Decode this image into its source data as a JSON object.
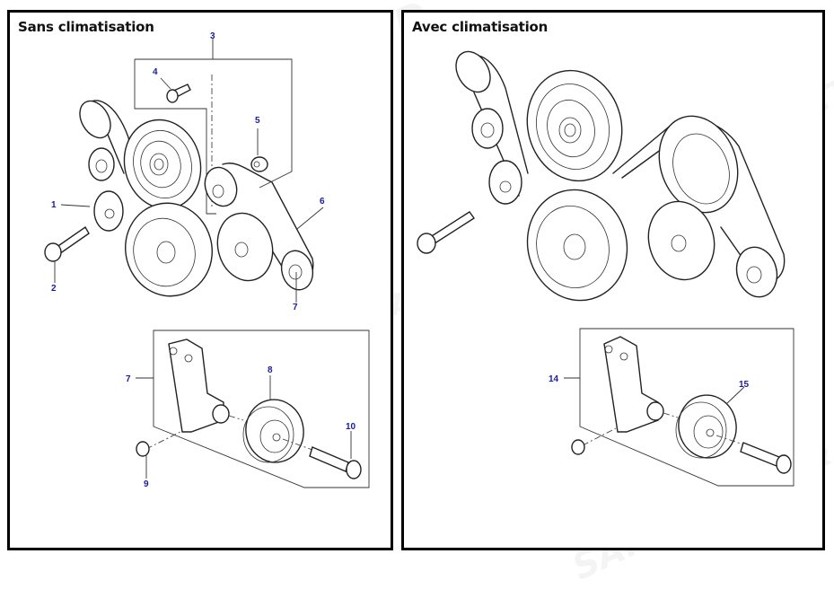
{
  "panels": [
    {
      "title": "Sans climatisation",
      "callouts": [
        "1",
        "2",
        "3",
        "4",
        "5",
        "6",
        "7",
        "7",
        "8",
        "9",
        "10"
      ]
    },
    {
      "title": "Avec climatisation",
      "callouts": [
        "14",
        "15"
      ]
    }
  ],
  "watermarks": [
    "SAND ROCK & MUD",
    "ADDICT",
    "4x4 parts",
    "euro 4x4 parts"
  ],
  "colors": {
    "callout": "#1a1aa6",
    "border": "#000000"
  }
}
